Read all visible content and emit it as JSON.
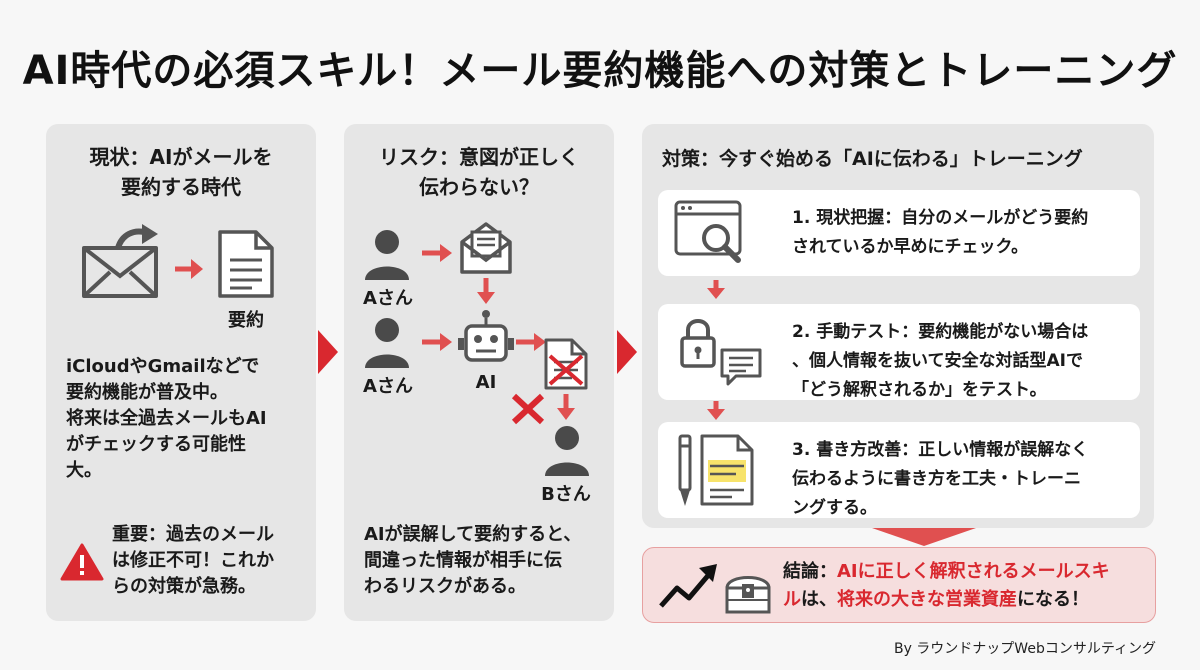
{
  "title": "AI時代の必須スキル！メール要約機能への対策とトレーニング",
  "panel_current": {
    "heading_line1": "現状：AIがメールを",
    "heading_line2": "要約する時代",
    "doc_label": "要約",
    "body": [
      "iCloudやGmailなどで",
      "要約機能が普及中。",
      "将来は全過去メールもAI",
      "がチェックする可能性",
      "大。"
    ],
    "warning": [
      "重要：過去のメール",
      "は修正不可！これか",
      "らの対策が急務。"
    ]
  },
  "panel_risk": {
    "heading_line1": "リスク：意図が正しく",
    "heading_line2": "伝わらない？",
    "sender_label_1": "Aさん",
    "sender_label_2": "Aさん",
    "ai_label": "AI",
    "receiver_label": "Bさん",
    "body": [
      "AIが誤解して要約すると、",
      "間違った情報が相手に伝",
      "わるリスクがある。"
    ]
  },
  "panel_measures": {
    "heading": "対策：今すぐ始める「AIに伝わる」トレーニング",
    "steps": [
      {
        "line1": "1. 現状把握：自分のメールがどう要約",
        "line2": "されているか早めにチェック。",
        "line3": ""
      },
      {
        "line1": "2. 手動テスト：要約機能がない場合は",
        "line2": "、個人情報を抜いて安全な対話型AIで",
        "line3": "「どう解釈されるか」をテスト。"
      },
      {
        "line1": "3. 書き方改善：正しい情報が誤解なく",
        "line2": "伝わるように書き方を工夫・トレーニ",
        "line3": "ングする。"
      }
    ]
  },
  "conclusion": {
    "prefix": "結論：",
    "highlight1": "AIに正しく解釈されるメールスキ",
    "highlight2_a": "ル",
    "middle": "は、",
    "highlight3": "将来の大きな営業資産",
    "suffix": "になる！"
  },
  "footer": "By ラウンドナップWebコンサルティング",
  "colors": {
    "accent": "#d9282f",
    "panel": "#e6e6e6",
    "icon": "#4a4a4a"
  }
}
